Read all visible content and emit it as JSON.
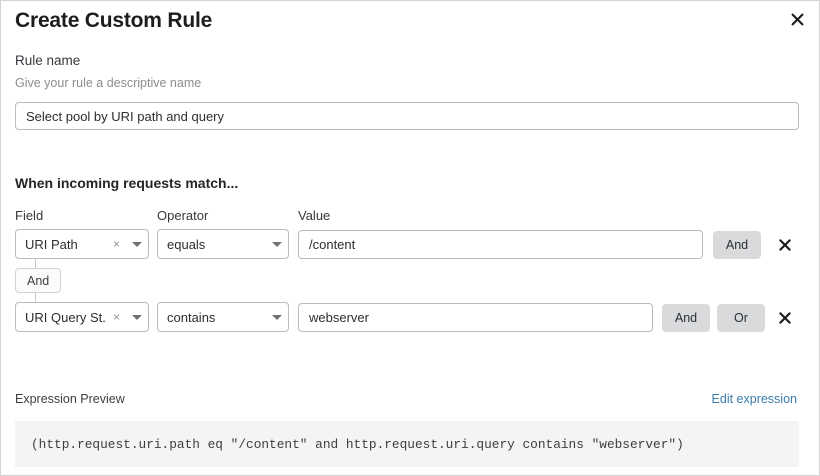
{
  "dialog": {
    "title": "Create Custom Rule",
    "close_icon": "close-icon"
  },
  "rule_name": {
    "label": "Rule name",
    "helper": "Give your rule a descriptive name",
    "value": "Select pool by URI path and query",
    "placeholder": "Select pool by URI path and query"
  },
  "conditions": {
    "heading": "When incoming requests match...",
    "columns": {
      "field": "Field",
      "operator": "Operator",
      "value": "Value"
    },
    "connector": "And",
    "rows": [
      {
        "field": "URI Path",
        "clear_icon": "×",
        "operator": "equals",
        "value": "/content",
        "buttons": [
          "And"
        ],
        "delete_icon": "✕"
      },
      {
        "field": "URI Query St...",
        "clear_icon": "×",
        "operator": "contains",
        "value": "webserver",
        "buttons": [
          "And",
          "Or"
        ],
        "delete_icon": "✕"
      }
    ]
  },
  "expression": {
    "label": "Expression Preview",
    "edit_link": "Edit expression",
    "code": "(http.request.uri.path eq \"/content\" and http.request.uri.query contains \"webserver\")"
  },
  "colors": {
    "link": "#3a7cab",
    "pill_bg": "#d9dadc",
    "border": "#b9bcc0",
    "code_bg": "#f4f4f4"
  }
}
